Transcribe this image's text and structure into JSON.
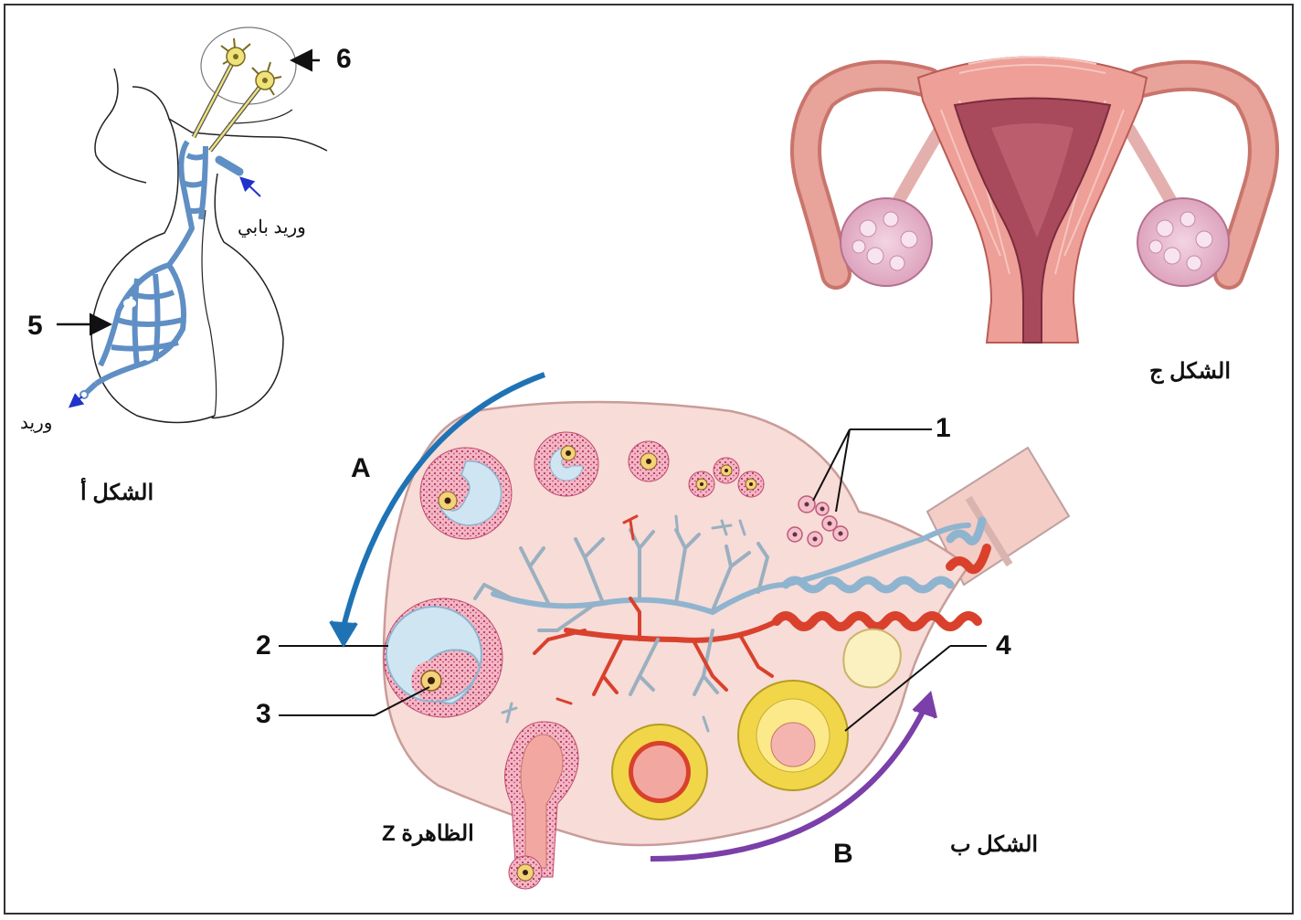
{
  "figure_a": {
    "caption": "الشكل أ",
    "label_portal_vein": "وريد بابي",
    "label_vein": "وريد",
    "marker_5": "5",
    "marker_6": "6"
  },
  "figure_b": {
    "caption": "الشكل ب",
    "phenomenon_label": "الظاهرة Z",
    "marker_1": "1",
    "marker_2": "2",
    "marker_3": "3",
    "marker_4": "4",
    "arrow_a_label": "A",
    "arrow_b_label": "B"
  },
  "figure_c": {
    "caption": "الشكل ج"
  },
  "colors": {
    "ovary_fill": "#f7dcd8",
    "artery": "#d9412c",
    "vein": "#8fb4cf",
    "follicle_fluid": "#cfe6f2",
    "granulosa": "#e9a2b3",
    "corpus_luteum": "#f2d64a",
    "arrow_a": "#1f73b5",
    "arrow_b": "#7a3fa8",
    "uterus": "#e8a39a",
    "portal_vessels": "#6f9fd2",
    "neurons": "#efe27a"
  }
}
